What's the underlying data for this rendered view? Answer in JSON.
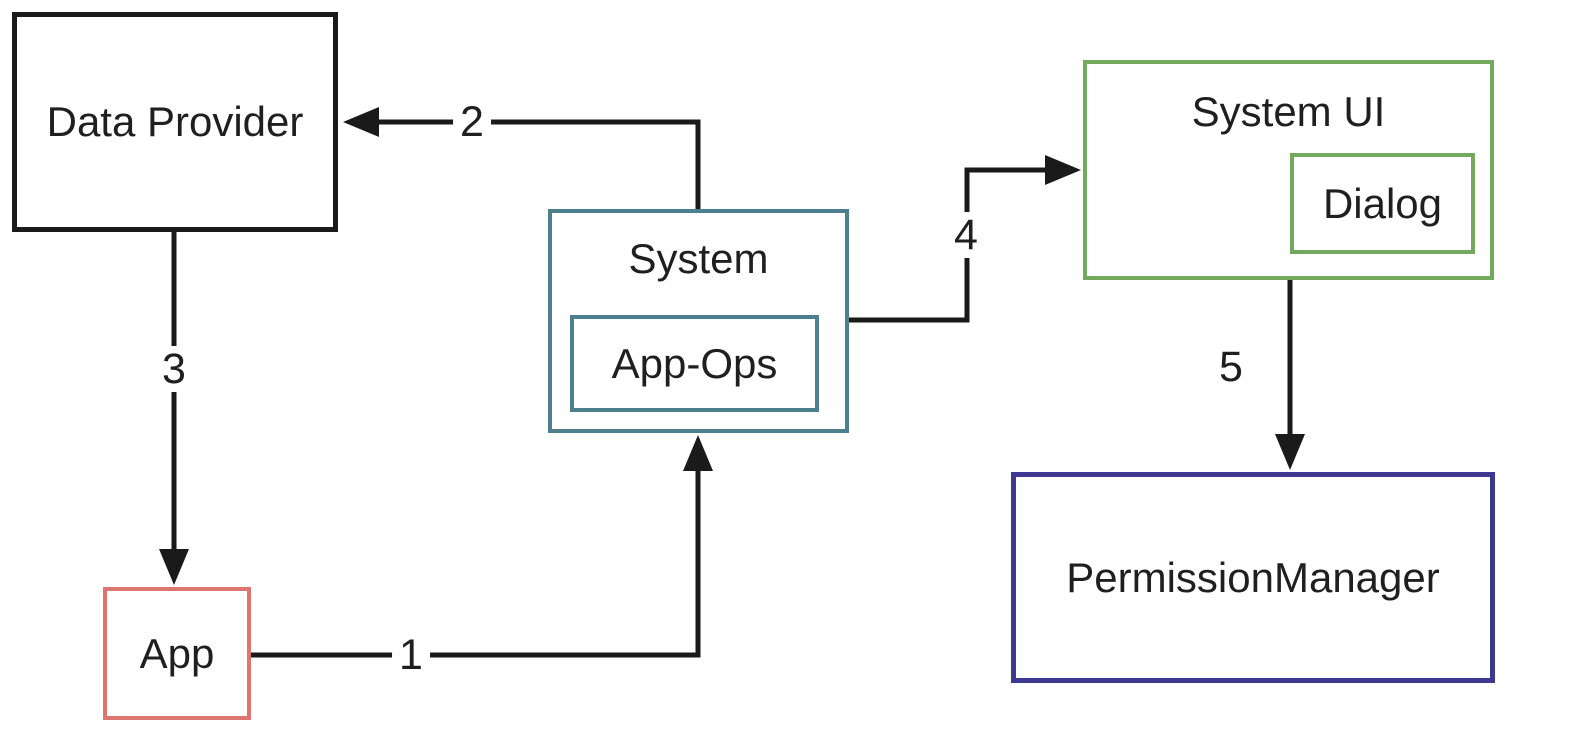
{
  "boxes": {
    "data_provider": {
      "label": "Data Provider",
      "border_color": "#1a1a1a"
    },
    "system": {
      "label": "System",
      "border_color": "#4e7f8f"
    },
    "app_ops": {
      "label": "App-Ops",
      "border_color": "#4e7f8f"
    },
    "system_ui": {
      "label": "System UI",
      "border_color": "#73a95d"
    },
    "dialog": {
      "label": "Dialog",
      "border_color": "#73a95d"
    },
    "app": {
      "label": "App",
      "border_color": "#dd7571"
    },
    "permission_manager": {
      "label": "PermissionManager",
      "border_color": "#3e3893"
    }
  },
  "arrows": [
    {
      "label": "1",
      "from": "app",
      "to": "system"
    },
    {
      "label": "2",
      "from": "system",
      "to": "data_provider"
    },
    {
      "label": "3",
      "from": "data_provider",
      "to": "app"
    },
    {
      "label": "4",
      "from": "system",
      "to": "system_ui"
    },
    {
      "label": "5",
      "from": "system_ui",
      "to": "permission_manager"
    }
  ],
  "colors": {
    "line": "#1a1a1a",
    "background": "#ffffff",
    "text": "#1f1f1f"
  }
}
